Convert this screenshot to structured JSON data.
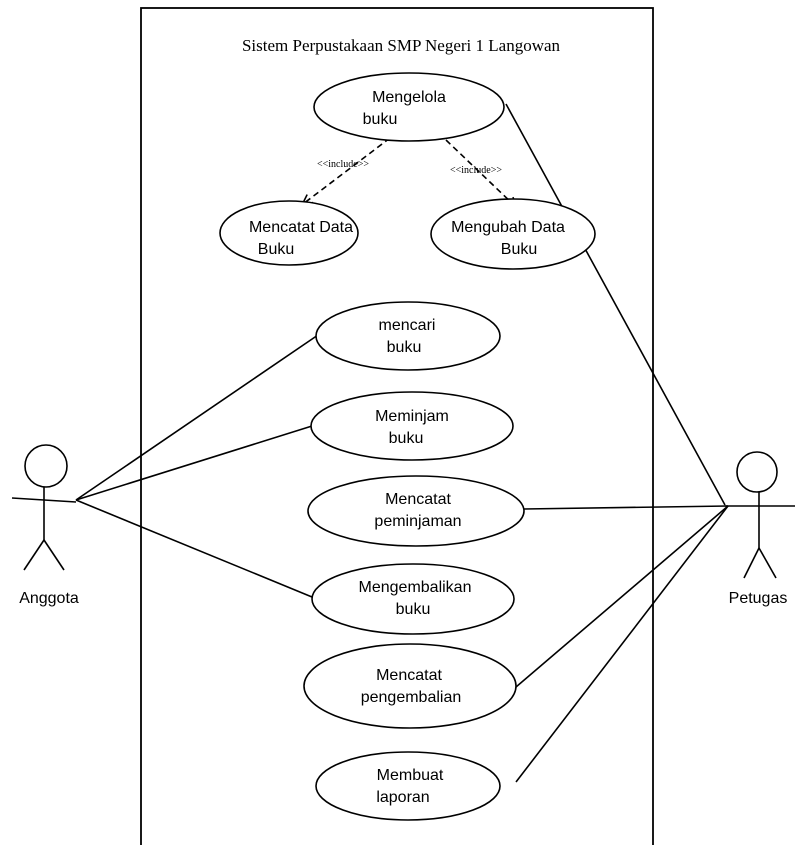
{
  "system": {
    "title": "Sistem Perpustakaan SMP Negeri 1 Langowan"
  },
  "actors": {
    "left": {
      "name": "Anggota"
    },
    "right": {
      "name": "Petugas"
    }
  },
  "use_cases": {
    "mengelola_buku": {
      "line1": "Mengelola",
      "line2": "buku"
    },
    "mencatat_data_buku": {
      "line1": "Mencatat Data",
      "line2": "Buku"
    },
    "mengubah_data_buku": {
      "line1": "Mengubah Data",
      "line2": "Buku"
    },
    "mencari_buku": {
      "line1": "mencari",
      "line2": "buku"
    },
    "meminjam_buku": {
      "line1": "Meminjam",
      "line2": "buku"
    },
    "mencatat_peminjaman": {
      "line1": "Mencatat",
      "line2": "peminjaman"
    },
    "mengembalikan_buku": {
      "line1": "Mengembalikan",
      "line2": "buku"
    },
    "mencatat_pengembalian": {
      "line1": "Mencatat",
      "line2": "pengembalian"
    },
    "membuat_laporan": {
      "line1": "Membuat",
      "line2": "laporan"
    }
  },
  "relations": {
    "include_left": "<<include>>",
    "include_right": "<<include>>"
  }
}
